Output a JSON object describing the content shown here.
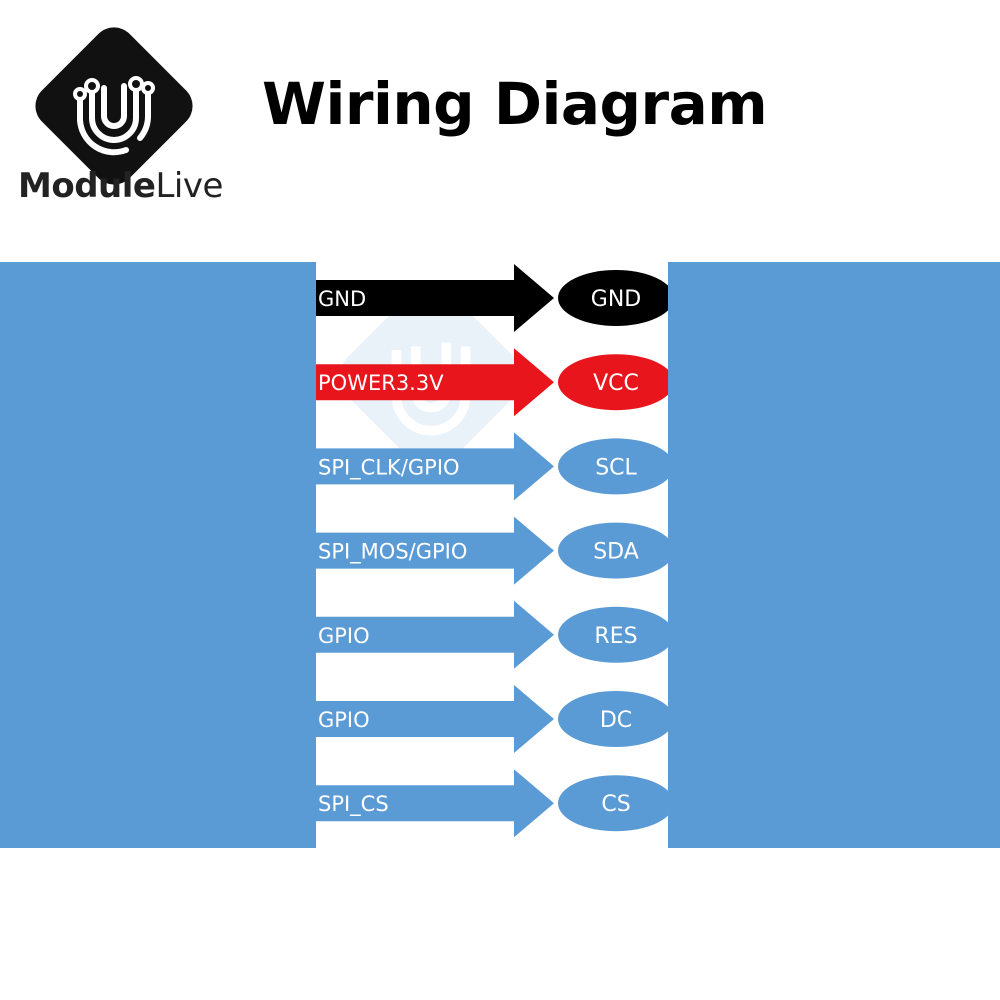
{
  "brand": {
    "name_bold": "Module",
    "name_light": "Live"
  },
  "title": "Wiring Diagram",
  "colors": {
    "panel": "#5b9bd5",
    "gnd": "#000000",
    "power": "#e8161c",
    "signal": "#5b9bd5"
  },
  "connections": [
    {
      "source": "GND",
      "target": "GND",
      "color": "#000000",
      "text": "#ffffff"
    },
    {
      "source": "POWER3.3V",
      "target": "VCC",
      "color": "#e8161c",
      "text": "#ffffff"
    },
    {
      "source": "SPI_CLK/GPIO",
      "target": "SCL",
      "color": "#5b9bd5",
      "text": "#ffffff"
    },
    {
      "source": "SPI_MOS/GPIO",
      "target": "SDA",
      "color": "#5b9bd5",
      "text": "#ffffff"
    },
    {
      "source": "GPIO",
      "target": "RES",
      "color": "#5b9bd5",
      "text": "#ffffff"
    },
    {
      "source": "GPIO",
      "target": "DC",
      "color": "#5b9bd5",
      "text": "#ffffff"
    },
    {
      "source": "SPI_CS",
      "target": "CS",
      "color": "#5b9bd5",
      "text": "#ffffff"
    }
  ]
}
